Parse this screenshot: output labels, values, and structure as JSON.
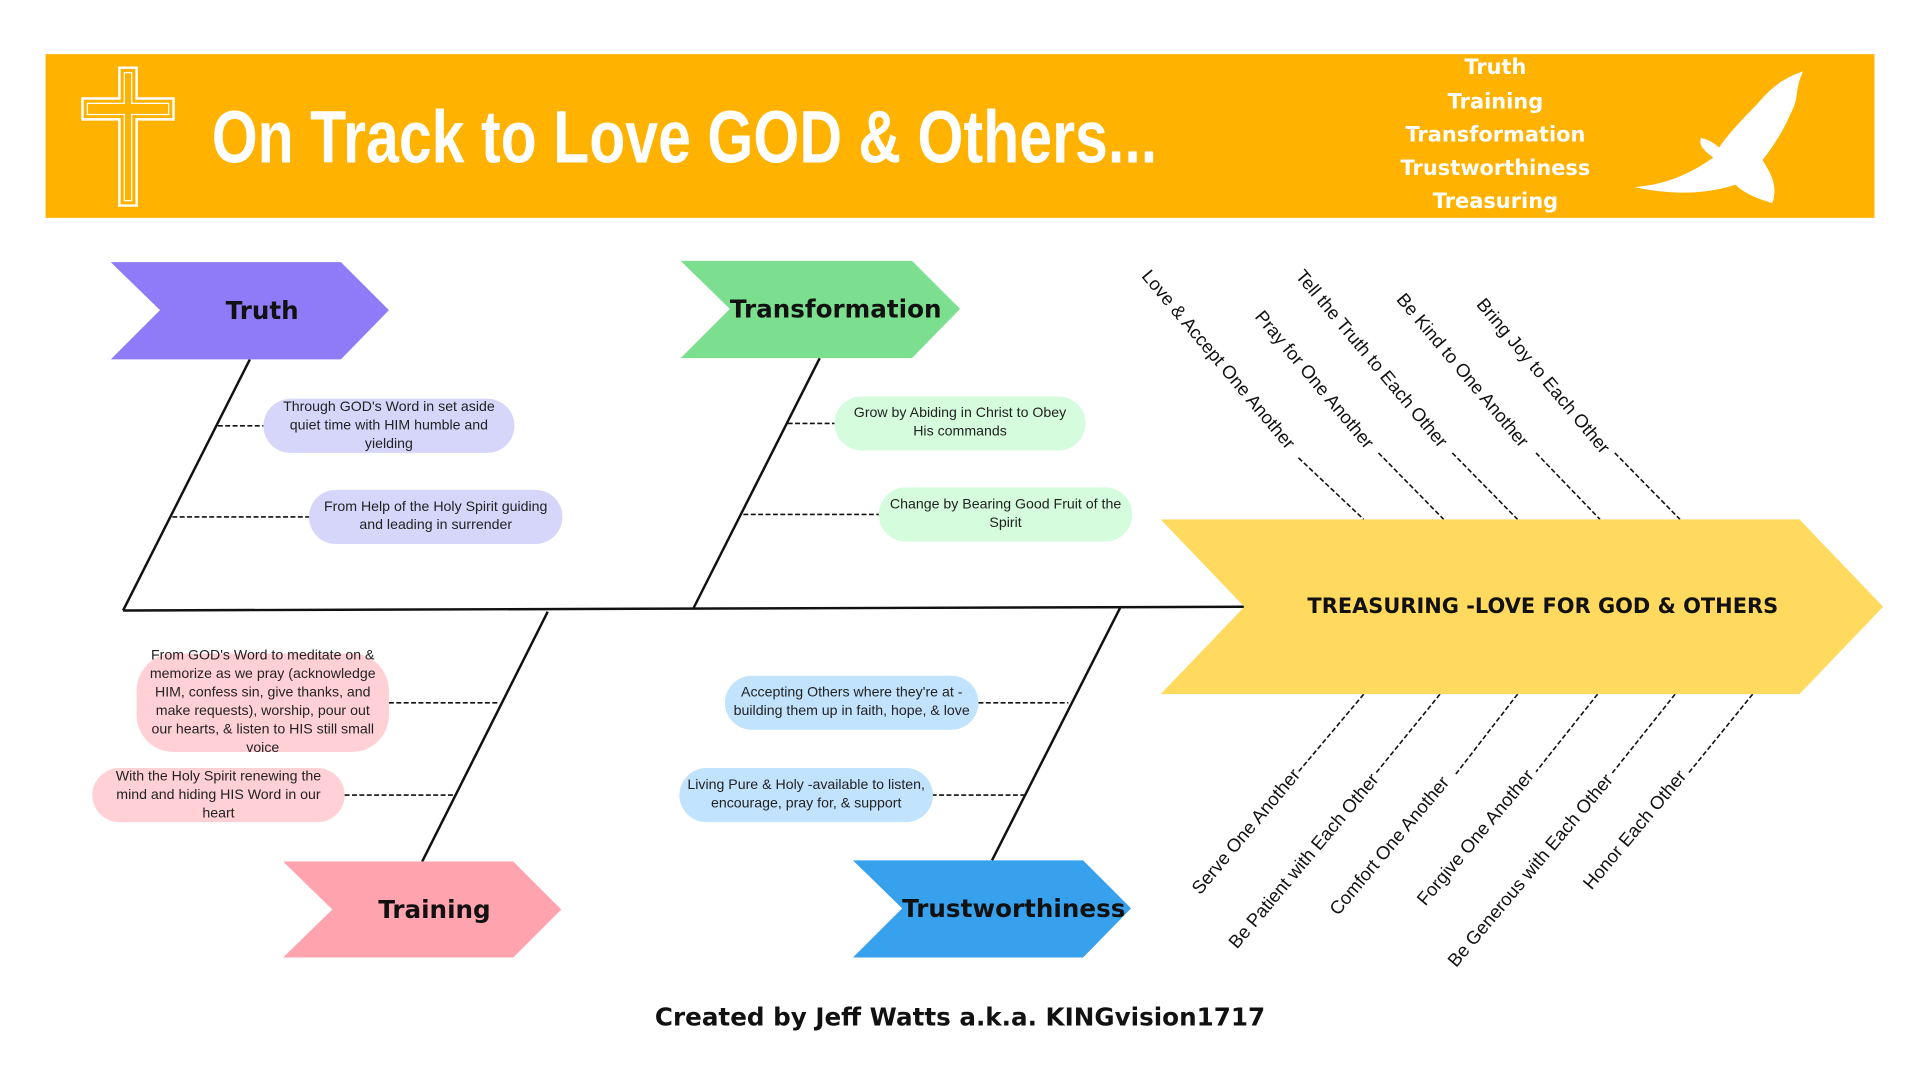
{
  "header": {
    "title": "On Track to Love GOD & Others...",
    "pillars": [
      "Truth",
      "Training",
      "Transformation",
      "Trustworthiness",
      "Treasuring"
    ],
    "background_color": "#FFB200"
  },
  "categories": {
    "truth": {
      "label": "Truth",
      "color": "#8F7BF7",
      "causes": [
        "Through GOD's Word in set aside quiet time with HIM humble and yielding",
        "From Help of the Holy Spirit guiding and leading in surrender"
      ],
      "cause_color": "#D6D6FB"
    },
    "transformation": {
      "label": "Transformation",
      "color": "#7BDF8F",
      "causes": [
        "Grow by Abiding in Christ to Obey His commands",
        "Change by Bearing Good Fruit of the Spirit"
      ],
      "cause_color": "#D5FCDD"
    },
    "training": {
      "label": "Training",
      "color": "#FFA3AE",
      "causes": [
        "From GOD's Word to meditate on & memorize as we pray (acknowledge HIM, confess sin, give thanks, and make requests), worship, pour out our hearts, & listen to HIS still small voice",
        "With the Holy Spirit renewing the mind and hiding HIS Word in our heart"
      ],
      "cause_color": "#FFD1D7"
    },
    "trustworthiness": {
      "label": "Trustworthiness",
      "color": "#38A1EE",
      "causes": [
        "Accepting Others where they're at - building them up in faith, hope, & love",
        "Living Pure & Holy -available to listen, encourage, pray for, & support"
      ],
      "cause_color": "#C2E3FD"
    }
  },
  "head": {
    "label": "TREASURING -LOVE FOR GOD & OTHERS",
    "color": "#FFDA5F",
    "top_items": [
      "Love & Accept One Another",
      "Pray for One Another",
      "Tell the Truth to Each Other",
      "Be Kind to One Another",
      "Bring Joy to Each Other"
    ],
    "bottom_items": [
      "Serve One Another",
      "Be Patient with Each Other",
      "Comfort One Another",
      "Forgive One Another",
      "Be Generous with Each Other",
      "Honor Each Other"
    ]
  },
  "footer": {
    "credit": "Created by Jeff Watts a.k.a. KINGvision1717"
  }
}
